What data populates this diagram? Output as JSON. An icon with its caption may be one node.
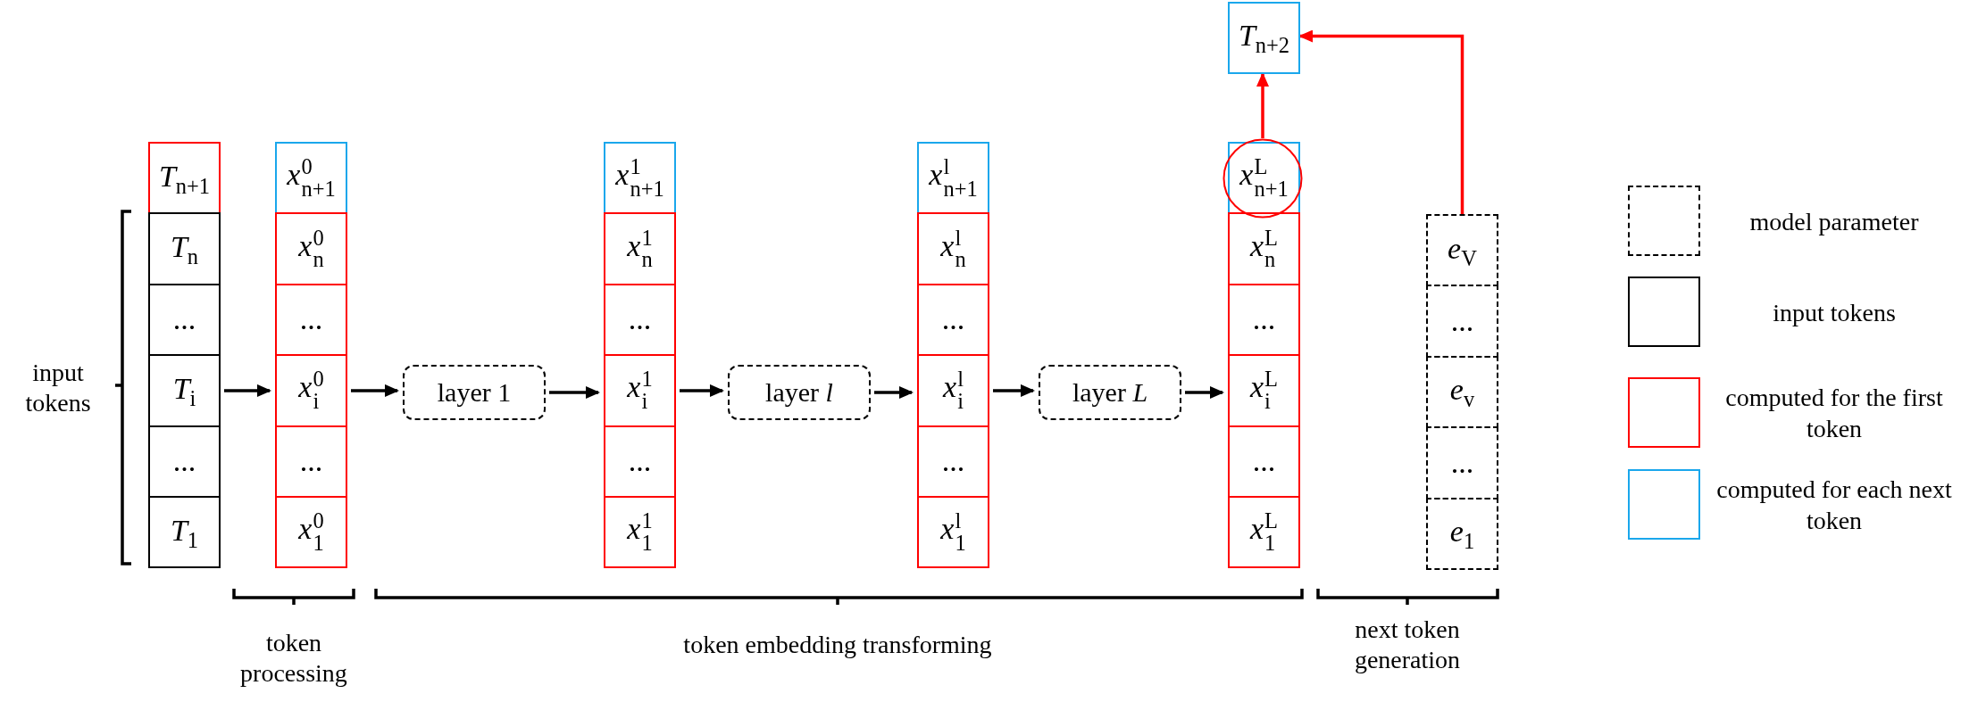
{
  "diagram": {
    "nodes": [
      {
        "text": [
          "*T*$_{n+1}$"
        ]
      },
      {
        "text": [
          "*T*$_{n}$"
        ]
      },
      {
        "text": [
          "..."
        ]
      },
      {
        "text": [
          "*T*$_{i}$"
        ]
      },
      {
        "text": [
          "..."
        ]
      },
      {
        "text": [
          "*T*$_{1}$"
        ]
      },
      {
        "text": [
          "*x*$^{0}$$_{n+1}$"
        ]
      },
      {
        "text": [
          "*x*$^{0}$$_{n}$"
        ]
      },
      {
        "text": [
          "..."
        ]
      },
      {
        "text": [
          "*x*$^{0}$$_{i}$"
        ]
      },
      {
        "text": [
          "..."
        ]
      },
      {
        "text": [
          "*x*$^{0}$$_{1}$"
        ]
      },
      {
        "text": [
          "layer 1"
        ]
      },
      {
        "text": [
          "*x*$^{1}$$_{n+1}$"
        ]
      },
      {
        "text": [
          "*x*$^{1}$$_{n}$"
        ]
      },
      {
        "text": [
          "..."
        ]
      },
      {
        "text": [
          "*x*$^{1}$$_{i}$"
        ]
      },
      {
        "text": [
          "..."
        ]
      },
      {
        "text": [
          "*x*$^{1}$$_{1}$"
        ]
      },
      {
        "text": [
          "layer *l*"
        ]
      },
      {
        "text": [
          "*x*$^{l}$$_{n+1}$"
        ]
      },
      {
        "text": [
          "*x*$^{l}$$_{n}$"
        ]
      },
      {
        "text": [
          "..."
        ]
      },
      {
        "text": [
          "*x*$^{l}$$_{i}$"
        ]
      },
      {
        "text": [
          "..."
        ]
      },
      {
        "text": [
          "*x*$^{l}$$_{1}$"
        ]
      },
      {
        "text": [
          "layer *L*"
        ]
      },
      {
        "text": [
          "*x*$^{L}$$_{n+1}$"
        ]
      },
      {
        "text": [
          "*x*$^{L}$$_{n}$"
        ]
      },
      {
        "text": [
          "..."
        ]
      },
      {
        "text": [
          "*x*$^{L}$$_{i}$"
        ]
      },
      {
        "text": [
          "..."
        ]
      },
      {
        "text": [
          "*x*$^{L}$$_{1}$"
        ]
      },
      {
        "text": [],
        "shape": "circle"
      },
      {
        "text": [
          "*T*$_{n+2}$"
        ]
      },
      {
        "text": [
          "*e*$_{V}$"
        ]
      },
      {
        "text": [
          "..."
        ]
      },
      {
        "text": [
          "*e*$_{v}$"
        ]
      },
      {
        "text": [
          "..."
        ]
      },
      {
        "text": [
          "*e*$_{1}$"
        ]
      }
    ],
    "edges": [
      {
        "from": 3,
        "to": 9,
        "arrow": "to"
      },
      {
        "from": 9,
        "to": 12,
        "arrow": "to"
      },
      {
        "from": 12,
        "to": 16,
        "arrow": "to"
      },
      {
        "from": 16,
        "to": 19,
        "arrow": "to"
      },
      {
        "from": 19,
        "to": 23,
        "arrow": "to"
      },
      {
        "from": 23,
        "to": 26,
        "arrow": "to"
      },
      {
        "from": 26,
        "to": 30,
        "arrow": "to"
      },
      {
        "from": 33,
        "to": 34,
        "arrow": "to",
        "color": "#ff0000"
      },
      {
        "from": 35,
        "to": 34,
        "arrow": "to",
        "color": "#ff0000"
      }
    ],
    "labels": [
      "input tokens",
      "token processing",
      "token embedding transforming",
      "next token generation"
    ],
    "legend": [
      {
        "text": "model parameter",
        "color": "#000000"
      },
      {
        "text": "input tokens",
        "color": "#000000"
      },
      {
        "text": "computed for the first token",
        "color": "#ff0000"
      },
      {
        "text": "computed for each next token",
        "color": "#1aa7ec"
      }
    ]
  }
}
